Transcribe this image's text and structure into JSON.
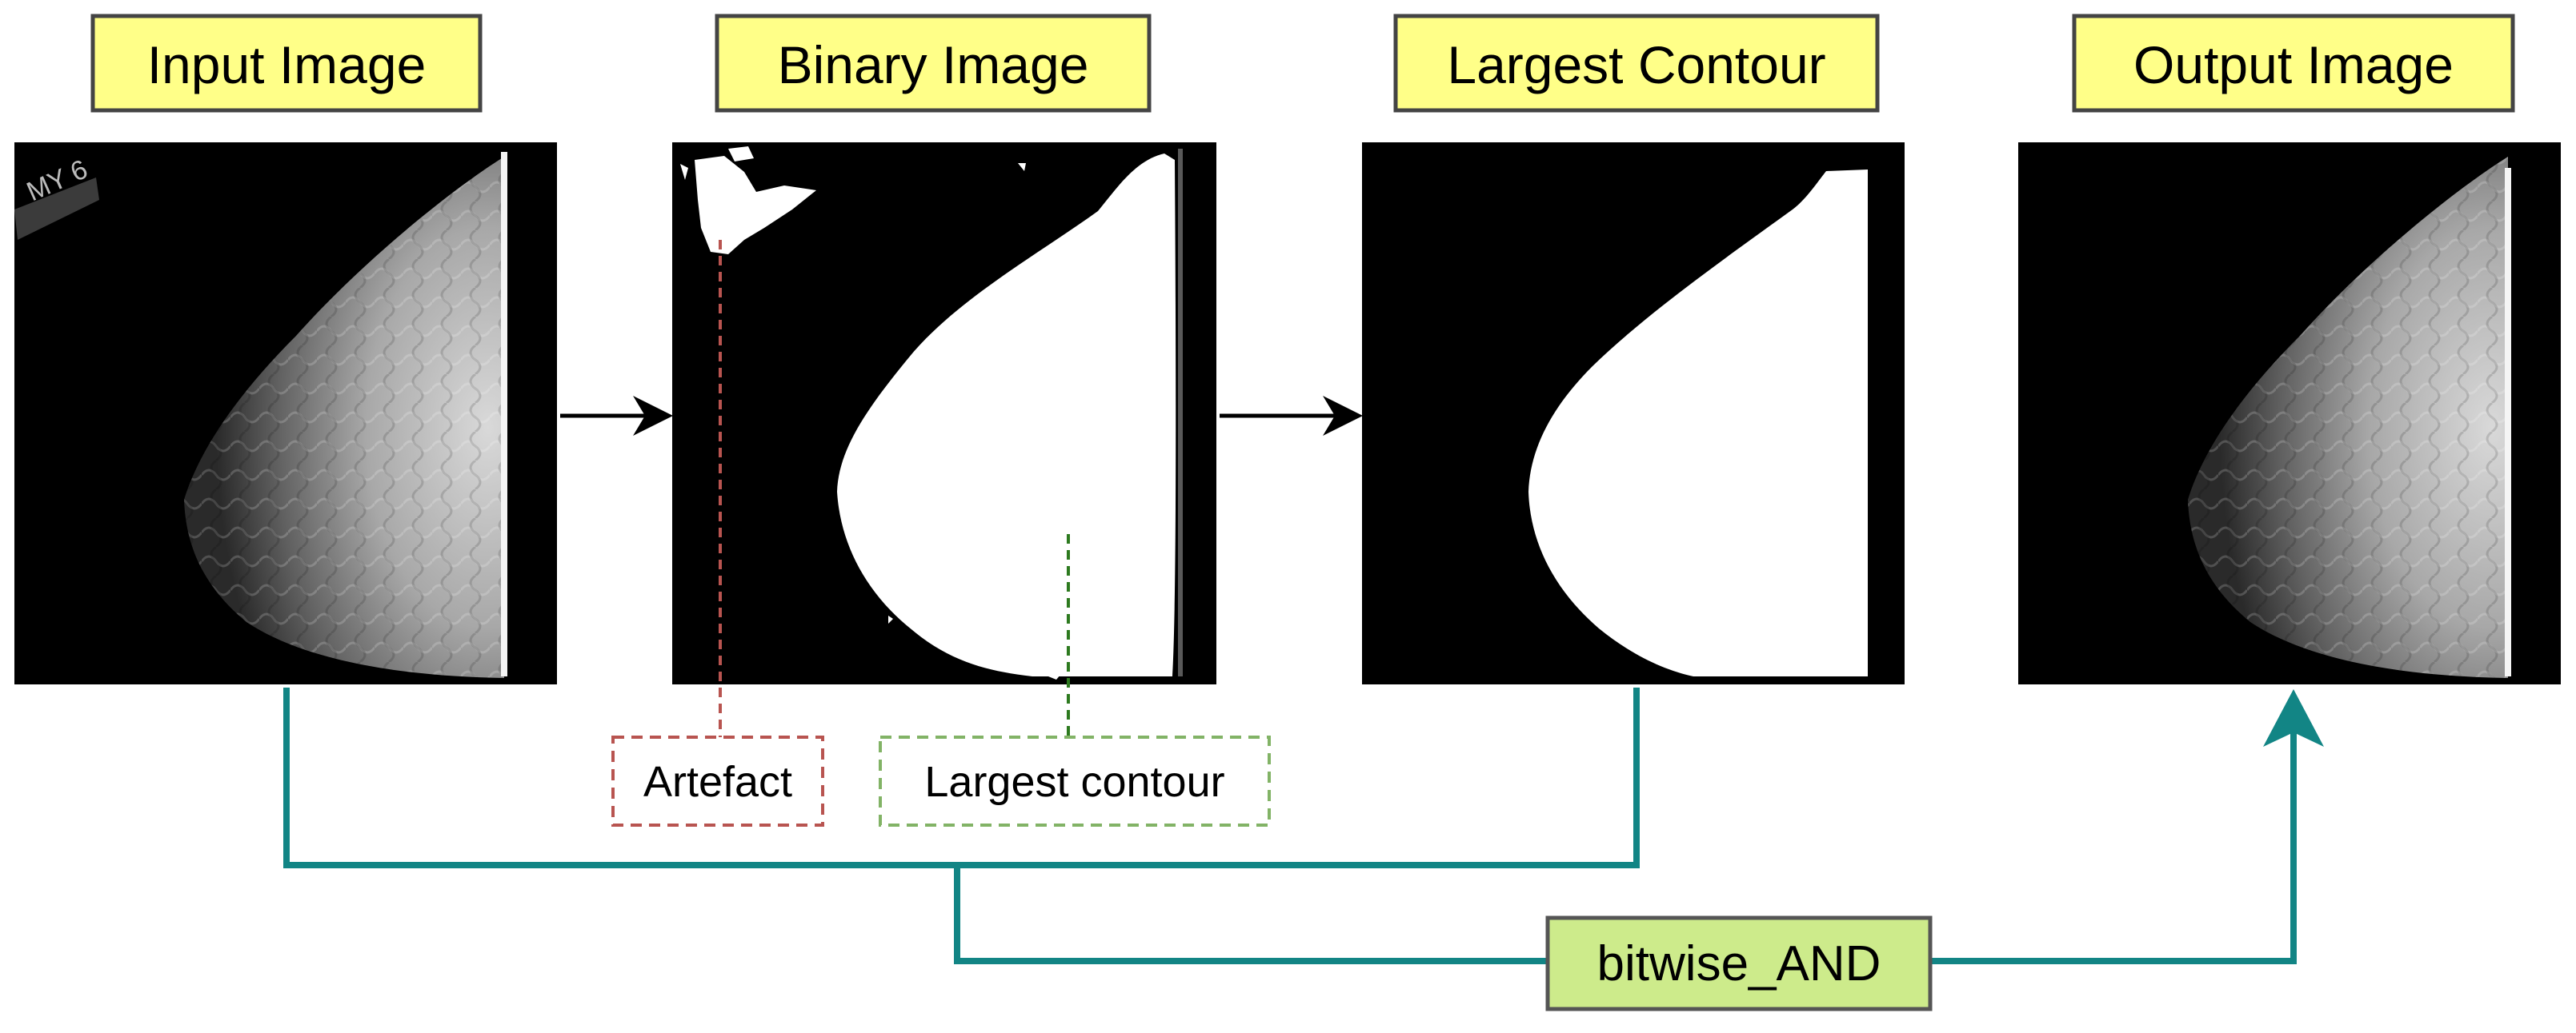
{
  "titles": {
    "input": "Input Image",
    "binary": "Binary Image",
    "contour": "Largest Contour",
    "output": "Output Image"
  },
  "annotations": {
    "artefact": "Artefact",
    "largest_contour": "Largest contour"
  },
  "operation": {
    "label": "bitwise_AND"
  },
  "film_marker_text": "MY 6",
  "colors": {
    "title_fill": "#ffff88",
    "title_border": "#444444",
    "op_fill": "#cdeb8b",
    "op_border": "#555555",
    "connector": "#128585",
    "artefact_dash": "#b85450",
    "contour_dash": "#82b366",
    "contour_guide": "#2d7a1f",
    "arrow": "#000000"
  }
}
